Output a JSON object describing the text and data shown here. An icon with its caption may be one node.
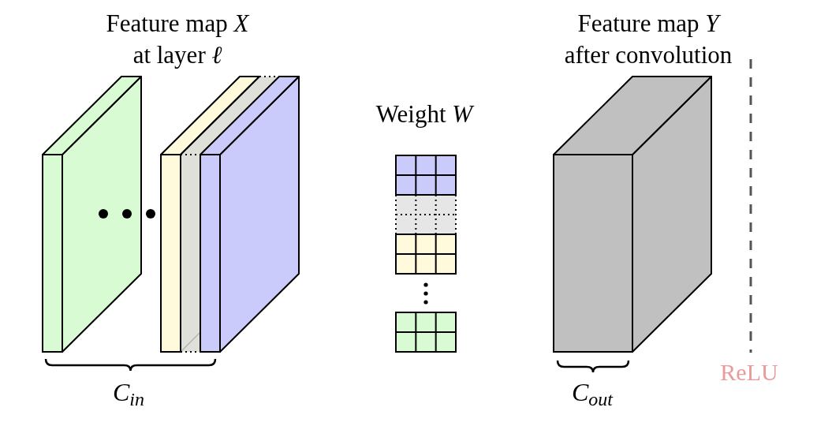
{
  "diagram": {
    "labels": [
      "Feature map *X* at layer *ℓ*",
      "Feature map *Y* after convolution",
      "Weight *W*",
      "C$_{in}$",
      "C$_{out}$",
      "ReLU"
    ]
  }
}
